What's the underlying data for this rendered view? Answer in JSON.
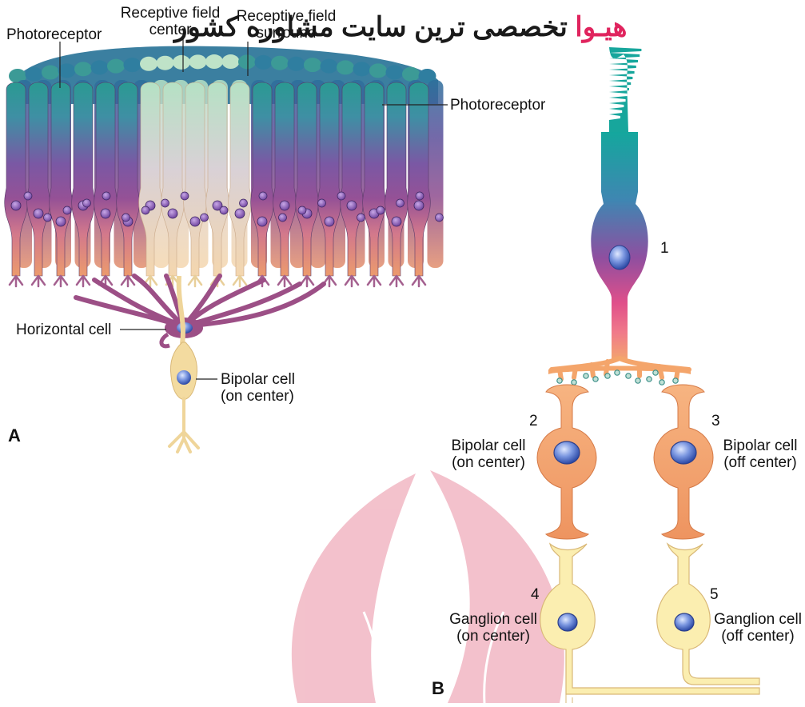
{
  "watermark": {
    "brand": "هیـوا",
    "text": "تخصصی ترین سایت مشاوره کشور"
  },
  "panel_a": {
    "letter": "A",
    "labels": {
      "photoreceptor_left": "Photoreceptor",
      "rf_center_1": "Receptive field",
      "rf_center_2": "center",
      "rf_surround_1": "Receptive field",
      "rf_surround_2": "surround",
      "photoreceptor_right": "Photoreceptor",
      "horizontal_cell": "Horizontal cell",
      "bipolar_1": "Bipolar cell",
      "bipolar_2": "(on center)"
    }
  },
  "panel_b": {
    "letter": "B",
    "numbers": [
      "1",
      "2",
      "3",
      "4",
      "5"
    ],
    "labels": {
      "bipolar_on_1": "Bipolar cell",
      "bipolar_on_2": "(on center)",
      "bipolar_off_1": "Bipolar cell",
      "bipolar_off_2": "(off center)",
      "ganglion_on_1": "Ganglion cell",
      "ganglion_on_2": "(on center)",
      "ganglion_off_1": "Ganglion cell",
      "ganglion_off_2": "(off center)"
    }
  },
  "colors": {
    "cone_top": "#2a9a92",
    "cone_mid": "#8e4b9a",
    "cone_bottom": "#e9906a",
    "center_top": "#b9e3c6",
    "center_bottom": "#f4d7b0",
    "horizontal": "#9c4f86",
    "bipolar_a": "#f3dba0",
    "bipolar_b": "#f2a070",
    "ganglion": "#fbeeb0",
    "nucleus": "#5a78c8",
    "watermark_shape": "#f2b6c2"
  }
}
